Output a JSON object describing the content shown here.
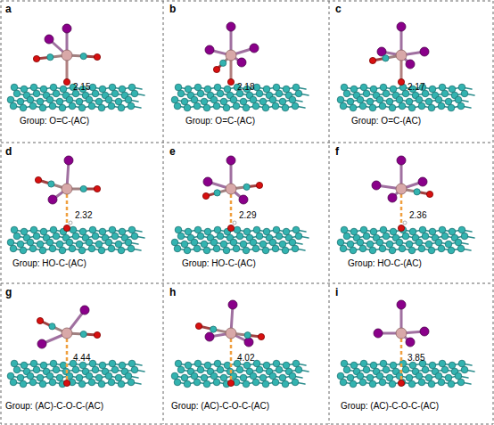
{
  "diagram": {
    "labels": [
      "a",
      "2.15",
      "Group: O=C-(AC)",
      "b",
      "2.18",
      "Group: O=C-(AC)",
      "c",
      "2.17",
      "Group: O=C-(AC)",
      "d",
      "2.32",
      "Group: HO-C-(AC)",
      "e",
      "2.29",
      "Group: HO-C-(AC)",
      "f",
      "2.36",
      "Group: HO-C-(AC)",
      "g",
      "4.44",
      "Group: (AC)-C-O-C-(AC)",
      "h",
      "4.02",
      "Group: (AC)-C-O-C-(AC)",
      "i",
      "3.85",
      "Group: (AC)-C-O-C-(AC)"
    ]
  }
}
